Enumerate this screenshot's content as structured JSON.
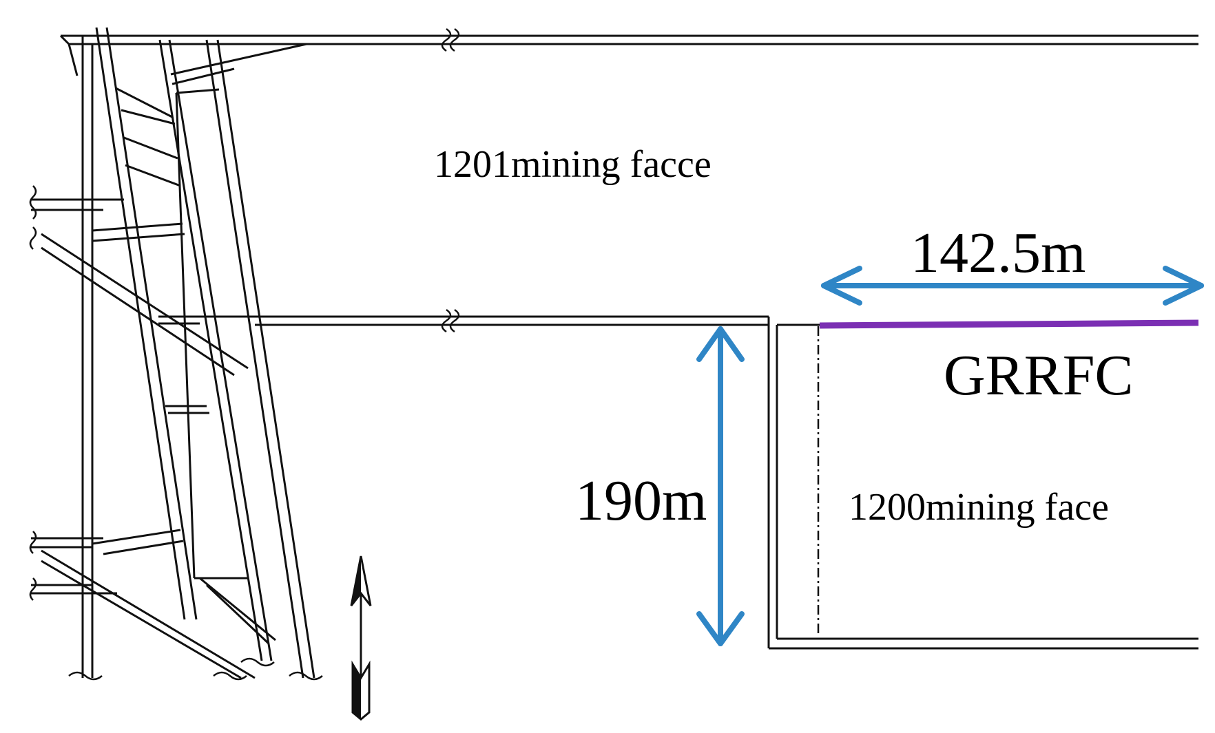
{
  "labels": {
    "face_1201": "1201mining facce",
    "face_1200": "1200mining face",
    "grrfc": "GRRFC",
    "width_dim": "142.5m",
    "length_dim": "190m"
  },
  "colors": {
    "dimension_arrow": "#2f86c6",
    "grrfc_line": "#7b2fb3",
    "tunnel_line": "#111111",
    "background": "#ffffff"
  },
  "icons": {
    "north_arrow": "north-arrow-icon",
    "break_marks": "break-mark-icon"
  }
}
